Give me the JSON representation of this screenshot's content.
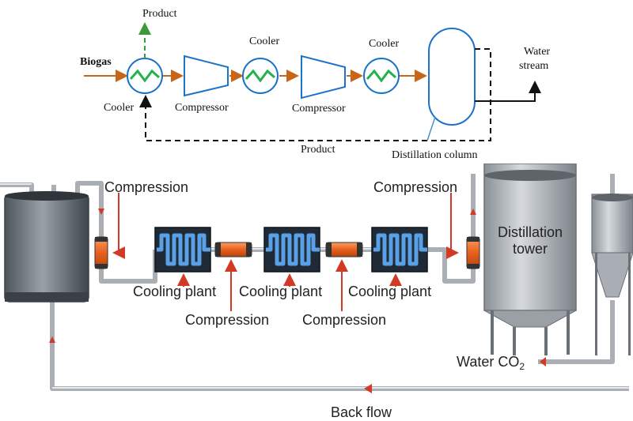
{
  "colors": {
    "stream": "#c8651b",
    "equipment": "#1a73c8",
    "coil": "#22b24c",
    "product_arrow": "#3a9a3a",
    "pipe": "#b8bec4",
    "dark_panel": "#1f2a36",
    "coil_blue": "#5aa0e6",
    "orange_unit": "#e8601c",
    "arrow_red": "#d23a26",
    "tank": "#6b7279"
  },
  "top_diagram": {
    "feed_label": "Biogas",
    "product_top_label": "Product",
    "cooler_1_label": "Cooler",
    "compressor_1_label": "Compressor",
    "cooler_2_label": "Cooler",
    "compressor_2_label": "Compressor",
    "cooler_3_label": "Cooler",
    "water_stream_label_line1": "Water",
    "water_stream_label_line2": "stream",
    "product_bottom_label": "Product",
    "column_label": "Distillation column"
  },
  "bottom_diagram": {
    "compression_left_label": "Compression",
    "compression_right_label": "Compression",
    "cooling_plant_1_label": "Cooling plant",
    "cooling_plant_2_label": "Cooling plant",
    "cooling_plant_3_label": "Cooling plant",
    "compression_mid_1_label": "Compression",
    "compression_mid_2_label": "Compression",
    "tower_label_line1": "Distillation",
    "tower_label_line2": "tower",
    "water_label": "Water CO",
    "water_label_subscript": "2",
    "back_flow_label": "Back flow"
  }
}
